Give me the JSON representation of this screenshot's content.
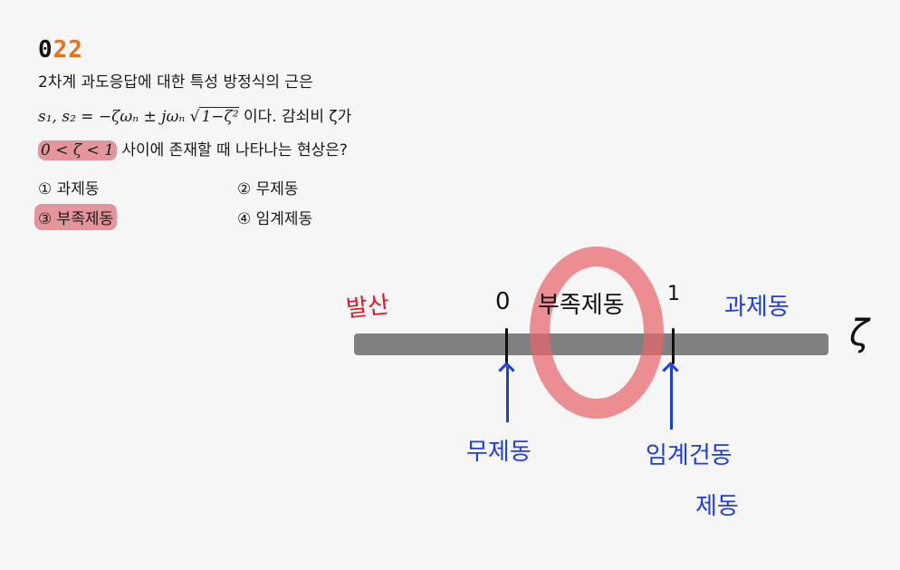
{
  "question": {
    "number_prefix": "0",
    "number_suffix": "22",
    "line1": "2차계 과도응답에 대한 특성 방정식의 근은",
    "formula_lhs": "s₁, s₂ = −ζωₙ ± jωₙ",
    "formula_sqrt": "1−ζ²",
    "line2_tail": " 이다.  감쇠비 ζ가",
    "highlight_range": "0 < ζ < 1",
    "line3_tail": " 사이에 존재할 때 나타나는 현상은?"
  },
  "options": [
    {
      "label": "① 과제동",
      "selected": false
    },
    {
      "label": "② 무제동",
      "selected": false
    },
    {
      "label": "③ 부족제동",
      "selected": true
    },
    {
      "label": "④ 임계제동",
      "selected": false
    }
  ],
  "diagram": {
    "left_label": "발산",
    "zero_label": "0",
    "middle_label": "부족제동",
    "one_label": "1",
    "right_label": "과제동",
    "axis_symbol": "ζ",
    "arrow_left_label": "무제동",
    "arrow_right_label_1": "임계건동",
    "arrow_right_label_2": "제동"
  },
  "colors": {
    "accent_orange": "#e8711c",
    "highlight_red": "#d64650",
    "annotation_blue": "#1d3fe0",
    "annotation_red": "#d81e2a",
    "bar_gray": "#808080"
  }
}
